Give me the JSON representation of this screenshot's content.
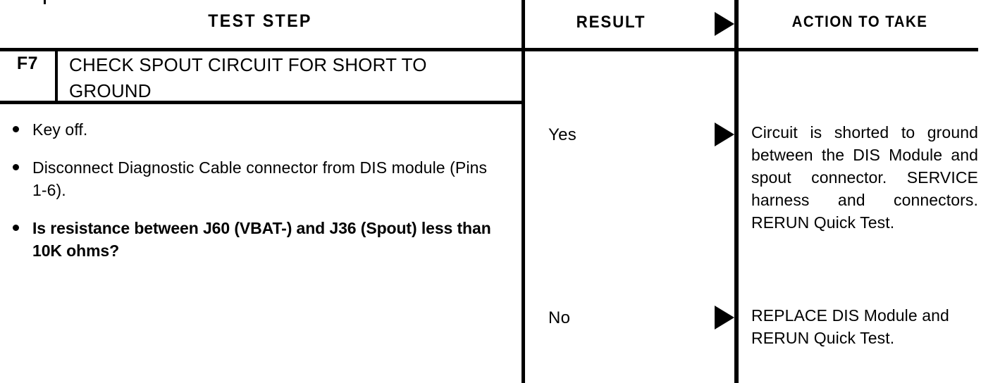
{
  "document": {
    "type": "pinpoint-test-table",
    "colors": {
      "ink": "#000000",
      "paper": "#ffffff"
    }
  },
  "header": {
    "test_step": "TEST STEP",
    "result": "RESULT",
    "action": "ACTION TO TAKE",
    "result_arrow_icon": "right-triangle-icon"
  },
  "step": {
    "id": "F7",
    "title": "CHECK SPOUT CIRCUIT FOR SHORT TO GROUND",
    "bullets": [
      {
        "text": "Key off.",
        "bold": false
      },
      {
        "text": "Disconnect Diagnostic Cable connector from DIS module (Pins 1-6).",
        "bold": false
      },
      {
        "text": "Is resistance between J60 (VBAT-) and J36 (Spout) less than 10K ohms?",
        "bold": true
      }
    ]
  },
  "branches": [
    {
      "result": "Yes",
      "arrow_icon": "right-triangle-icon",
      "action": "Circuit is shorted to ground between the DIS Module and spout connector. SERVICE harness and connectors. RERUN Quick Test."
    },
    {
      "result": "No",
      "arrow_icon": "right-triangle-icon",
      "action": "REPLACE DIS Module and RERUN Quick Test."
    }
  ]
}
